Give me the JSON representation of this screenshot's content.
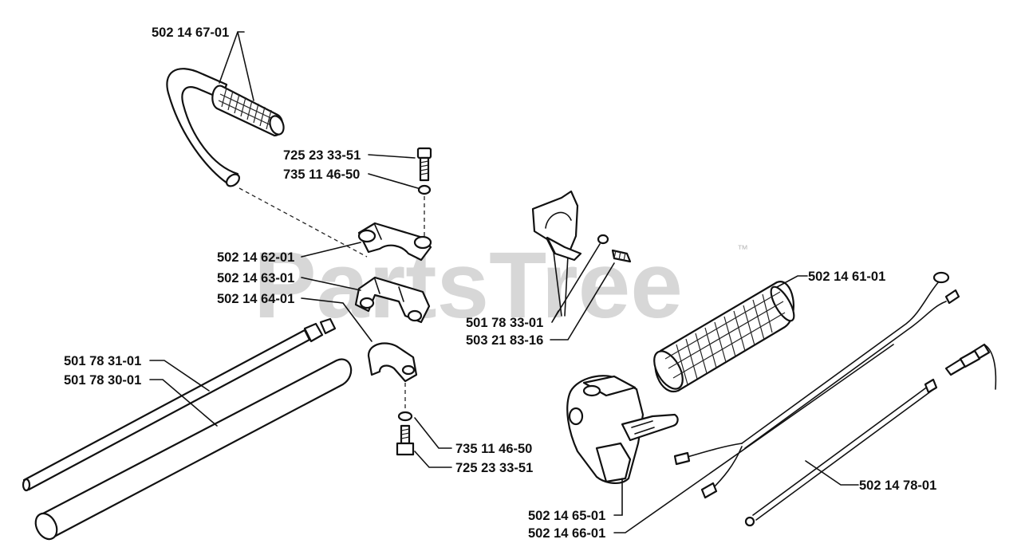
{
  "watermark": {
    "text": "PartsTree",
    "trademark": "™"
  },
  "labels": {
    "handle_bar": "502 14 67-01",
    "screw_top": "725 23 33-51",
    "washer_top": "735 11 46-50",
    "clamp_upper": "502 14 62-01",
    "clamp_lower": "502 14 63-01",
    "clamp_bracket": "502 14 64-01",
    "drive_shaft": "501 78 31-01",
    "shaft_tube": "501 78 30-01",
    "washer_bottom": "735 11 46-50",
    "screw_bottom": "725 23 33-51",
    "harness_bracket": "501 78 33-01",
    "bracket_screw": "503 21 83-16",
    "grip": "502 14 61-01",
    "throttle_housing_a": "502 14 65-01",
    "throttle_housing_b": "502 14 66-01",
    "throttle_cable": "502 14 78-01"
  }
}
